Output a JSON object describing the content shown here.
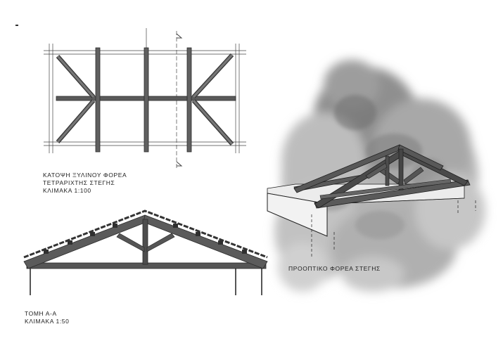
{
  "plan": {
    "title_line1": "ΚΑΤΟΨΗ ΞΥΛΙΝΟΥ ΦΟΡΕΑ",
    "title_line2": "ΤΕΤΡΑΡΙΧΤΗΣ ΣΤΕΓΗΣ",
    "scale": "ΚΛΙΜΑΚΑ 1:100"
  },
  "section": {
    "title": "ΤΟΜΗ Α-Α",
    "scale": "ΚΛΙΜΑΚΑ 1:50"
  },
  "perspective": {
    "title": "ΠΡΟΟΠΤΙΚΟ ΦΟΡΕΑ ΣΤΕΓΗΣ"
  },
  "colors": {
    "ink": "#2b2b2b",
    "timber": "#4a4a4a",
    "cloud": "#9a9a9a"
  }
}
